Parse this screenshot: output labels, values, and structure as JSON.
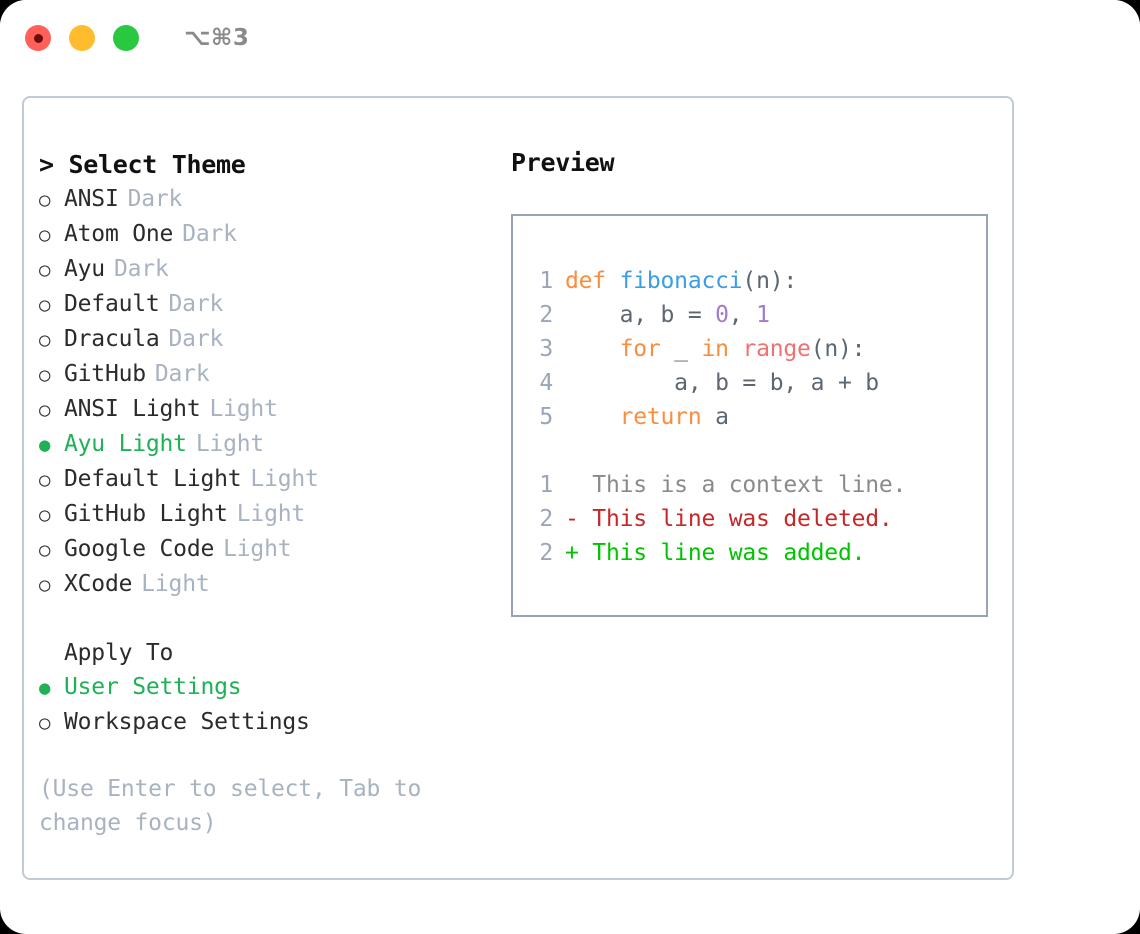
{
  "titlebar": {
    "shortcut_label": "⌥⌘3",
    "lights": [
      {
        "name": "close",
        "color": "#ff6058"
      },
      {
        "name": "minimize",
        "color": "#ffbd2e"
      },
      {
        "name": "maximize",
        "color": "#28c840"
      }
    ]
  },
  "theme_panel": {
    "header": "> Select Theme",
    "items": [
      {
        "bullet": "○",
        "label": "ANSI",
        "tag": "Dark",
        "selected": false
      },
      {
        "bullet": "○",
        "label": "Atom One",
        "tag": "Dark",
        "selected": false
      },
      {
        "bullet": "○",
        "label": "Ayu",
        "tag": "Dark",
        "selected": false
      },
      {
        "bullet": "○",
        "label": "Default",
        "tag": "Dark",
        "selected": false
      },
      {
        "bullet": "○",
        "label": "Dracula",
        "tag": "Dark",
        "selected": false
      },
      {
        "bullet": "○",
        "label": "GitHub",
        "tag": "Dark",
        "selected": false
      },
      {
        "bullet": "○",
        "label": "ANSI Light",
        "tag": "Light",
        "selected": false
      },
      {
        "bullet": "●",
        "label": "Ayu Light",
        "tag": "Light",
        "selected": true
      },
      {
        "bullet": "○",
        "label": "Default Light",
        "tag": "Light",
        "selected": false
      },
      {
        "bullet": "○",
        "label": "GitHub Light",
        "tag": "Light",
        "selected": false
      },
      {
        "bullet": "○",
        "label": "Google Code",
        "tag": "Light",
        "selected": false
      },
      {
        "bullet": "○",
        "label": "XCode",
        "tag": "Light",
        "selected": false
      }
    ]
  },
  "apply_to": {
    "header": "Apply To",
    "items": [
      {
        "bullet": "●",
        "label": "User Settings",
        "selected": true
      },
      {
        "bullet": "○",
        "label": "Workspace Settings",
        "selected": false
      }
    ]
  },
  "hint": "(Use Enter to select, Tab to change focus)",
  "preview": {
    "title": "Preview",
    "code_lines": [
      {
        "no": "1",
        "tokens": [
          {
            "t": "def ",
            "c": "tok-kw"
          },
          {
            "t": "fibonacci",
            "c": "tok-fn"
          },
          {
            "t": "(n):",
            "c": "tok-punc"
          }
        ]
      },
      {
        "no": "2",
        "tokens": [
          {
            "t": "    a, b = ",
            "c": "tok-var"
          },
          {
            "t": "0",
            "c": "tok-num"
          },
          {
            "t": ", ",
            "c": "tok-punc"
          },
          {
            "t": "1",
            "c": "tok-num"
          }
        ]
      },
      {
        "no": "3",
        "tokens": [
          {
            "t": "    ",
            "c": "tok-var"
          },
          {
            "t": "for",
            "c": "tok-kw"
          },
          {
            "t": " _ ",
            "c": "tok-var"
          },
          {
            "t": "in",
            "c": "tok-kw"
          },
          {
            "t": " ",
            "c": "tok-var"
          },
          {
            "t": "range",
            "c": "tok-call"
          },
          {
            "t": "(n):",
            "c": "tok-punc"
          }
        ]
      },
      {
        "no": "4",
        "tokens": [
          {
            "t": "        a, b = b, a + b",
            "c": "tok-var"
          }
        ]
      },
      {
        "no": "5",
        "tokens": [
          {
            "t": "    ",
            "c": "tok-var"
          },
          {
            "t": "return",
            "c": "tok-kw"
          },
          {
            "t": " a",
            "c": "tok-var"
          }
        ]
      }
    ],
    "diff_lines": [
      {
        "no": "1",
        "text": "  This is a context line.",
        "cls": "diff-ctx"
      },
      {
        "no": "2",
        "text": "- This line was deleted.",
        "cls": "diff-del"
      },
      {
        "no": "2",
        "text": "+ This line was added.",
        "cls": "diff-add"
      }
    ]
  },
  "colors": {
    "accent_green": "#1eb155",
    "muted_tag": "#a8b2c1",
    "panel_border": "#c2cad6",
    "preview_border": "#97a3b6",
    "syntax_keyword": "#fa8d3e",
    "syntax_function": "#3b9ee5",
    "syntax_number": "#a37acc",
    "syntax_call": "#f07171",
    "diff_deleted": "#c62828",
    "diff_added": "#00c400"
  }
}
